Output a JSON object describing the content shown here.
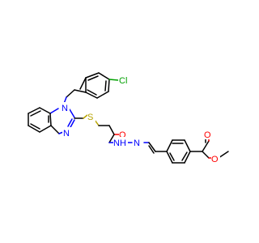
{
  "atoms": {
    "cl": "Cl",
    "n1": "N",
    "n3": "N",
    "s": "S",
    "o_amide": "O",
    "nh_n": "N",
    "nh_h": "H",
    "n_imine": "N",
    "o_carbonyl": "O",
    "o_ester": "O"
  },
  "colors": {
    "carbon": "#000000",
    "nitrogen": "#0000ff",
    "oxygen": "#ff0000",
    "sulfur": "#b8a400",
    "chlorine": "#00a000"
  }
}
